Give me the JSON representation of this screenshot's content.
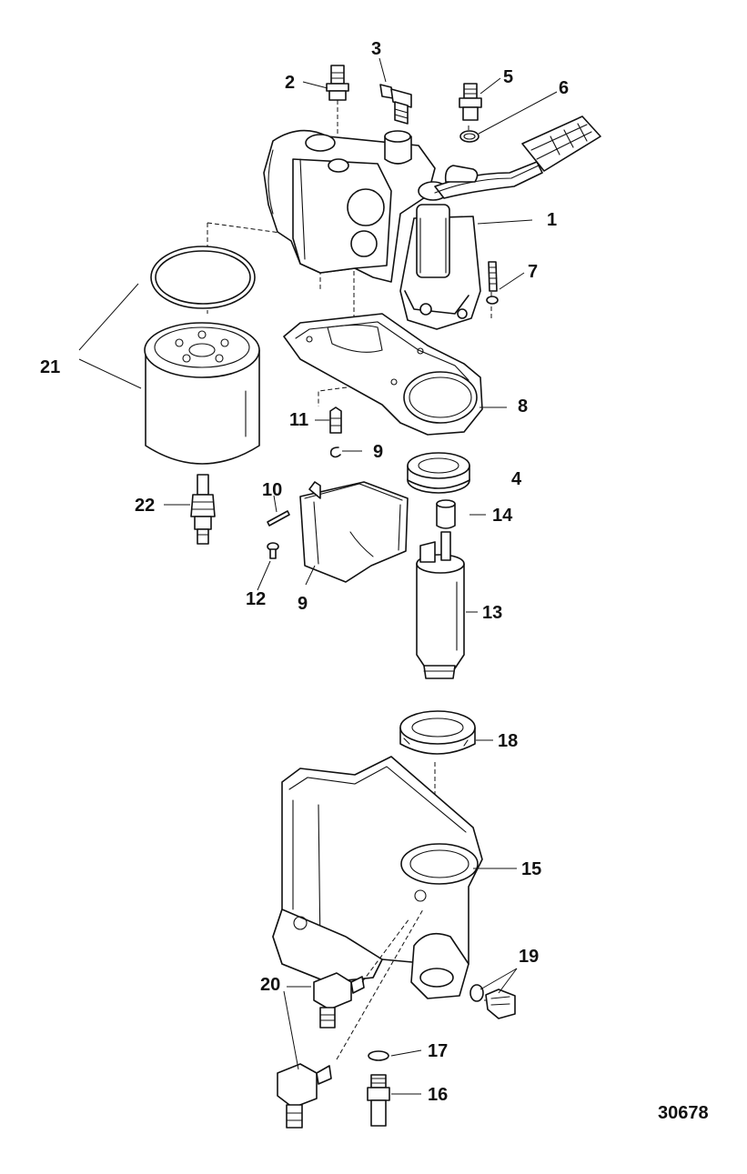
{
  "diagram": {
    "figure_number": "30678",
    "callouts": {
      "c1": "1",
      "c2": "2",
      "c3": "3",
      "c4": "4",
      "c5": "5",
      "c6": "6",
      "c7": "7",
      "c8": "8",
      "c9a": "9",
      "c9b": "9",
      "c10": "10",
      "c11": "11",
      "c12": "12",
      "c13": "13",
      "c14": "14",
      "c15": "15",
      "c16": "16",
      "c17": "17",
      "c18": "18",
      "c19": "19",
      "c20": "20",
      "c21": "21",
      "c22": "22"
    }
  }
}
